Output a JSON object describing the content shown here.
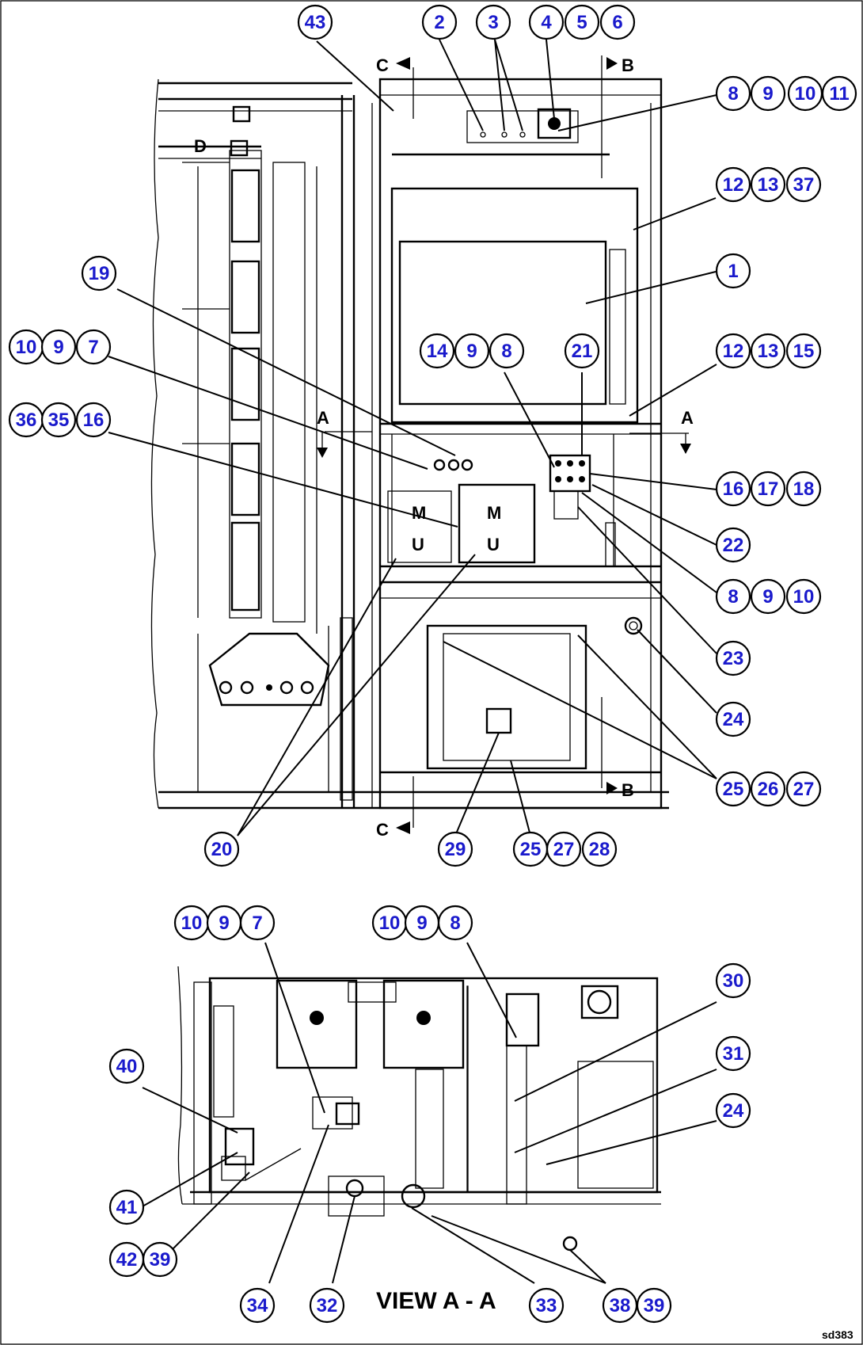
{
  "callouts": {
    "c43": "43",
    "c2": "2",
    "c3": "3",
    "c4": "4",
    "c5": "5",
    "c6": "6",
    "c8a": "8",
    "c9a": "9",
    "c10a": "10",
    "c11": "11",
    "c12a": "12",
    "c13a": "13",
    "c37": "37",
    "c1": "1",
    "c19": "19",
    "c10b": "10",
    "c9b": "9",
    "c7a": "7",
    "c14": "14",
    "c9c": "9",
    "c8b": "8",
    "c21": "21",
    "c12b": "12",
    "c13b": "13",
    "c15": "15",
    "c36": "36",
    "c35": "35",
    "c16a": "16",
    "c16b": "16",
    "c17": "17",
    "c18": "18",
    "c22": "22",
    "c8c": "8",
    "c9d": "9",
    "c10c": "10",
    "c23": "23",
    "c24a": "24",
    "c25a": "25",
    "c26": "26",
    "c27a": "27",
    "c20": "20",
    "c29": "29",
    "c25b": "25",
    "c27b": "27",
    "c28": "28",
    "c10d": "10",
    "c9e": "9",
    "c7b": "7",
    "c10e": "10",
    "c9f": "9",
    "c8d": "8",
    "c30": "30",
    "c31": "31",
    "c24b": "24",
    "c40": "40",
    "c41": "41",
    "c42": "42",
    "c39a": "39",
    "c34": "34",
    "c32": "32",
    "c33": "33",
    "c38": "38",
    "c39b": "39"
  },
  "section_marks": {
    "c_top": "C",
    "b_top": "B",
    "a_left": "A",
    "a_right": "A",
    "b_bottom": "B",
    "c_bottom": "C",
    "d_mark": "D",
    "m_top": "M",
    "m_bottom": "M",
    "u_top": "U",
    "u_bottom": "U"
  },
  "view_title": "VIEW A - A",
  "drawing_code": "sd383"
}
